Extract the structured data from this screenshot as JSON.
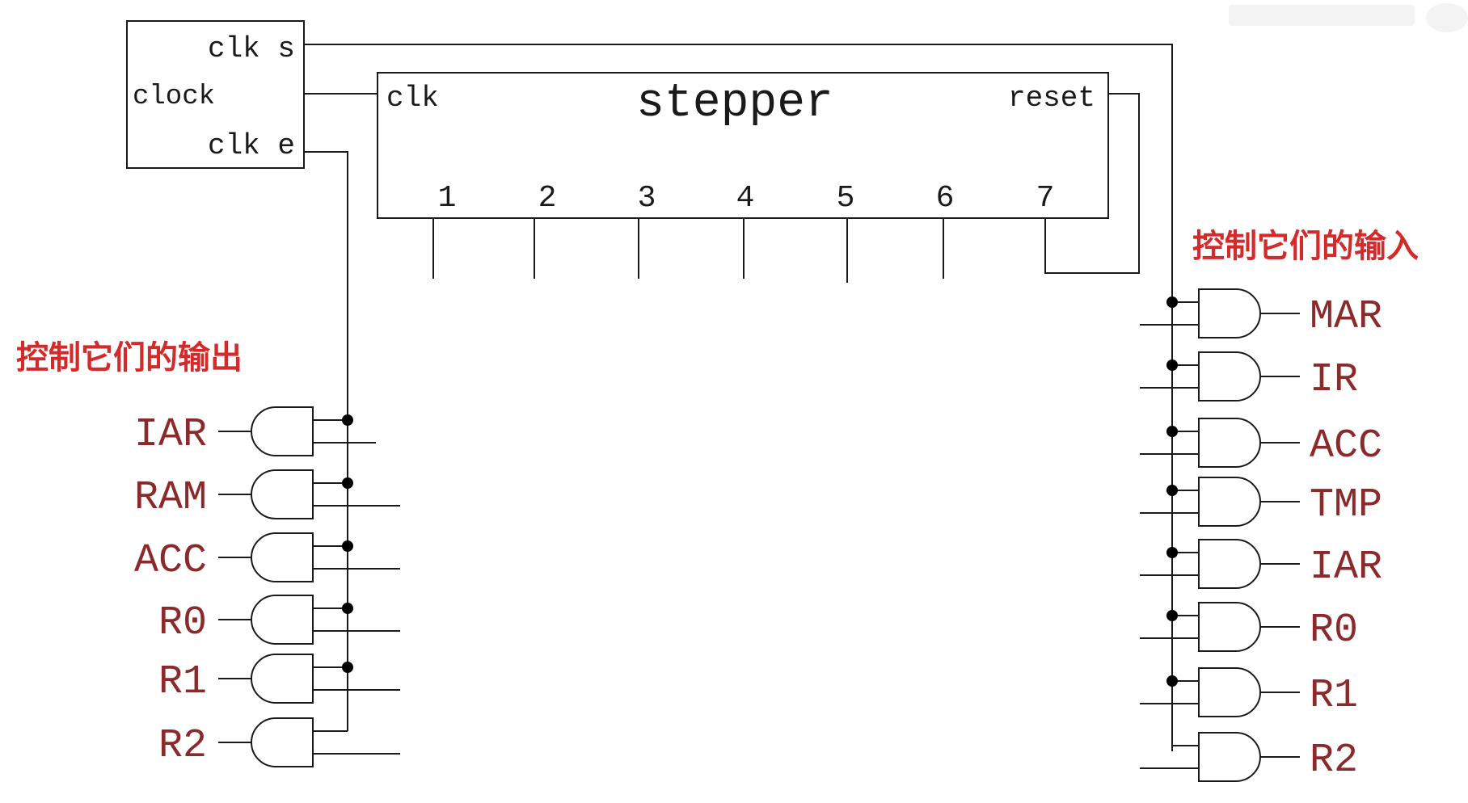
{
  "clock": {
    "title": "clock",
    "out_s": "clk s",
    "out_e": "clk e"
  },
  "stepper": {
    "title": "stepper",
    "clk": "clk",
    "reset": "reset",
    "steps": [
      "1",
      "2",
      "3",
      "4",
      "5",
      "6",
      "7"
    ]
  },
  "outputs": {
    "heading": "控制它们的输出",
    "registers": [
      "IAR",
      "RAM",
      "ACC",
      "R0",
      "R1",
      "R2"
    ]
  },
  "inputs": {
    "heading": "控制它们的输入",
    "registers": [
      "MAR",
      "IR",
      "ACC",
      "TMP",
      "IAR",
      "R0",
      "R1",
      "R2"
    ]
  },
  "colors": {
    "label_red": "#d42a2a",
    "register_label": "#8b2a2a",
    "line": "#1a1a1a"
  }
}
